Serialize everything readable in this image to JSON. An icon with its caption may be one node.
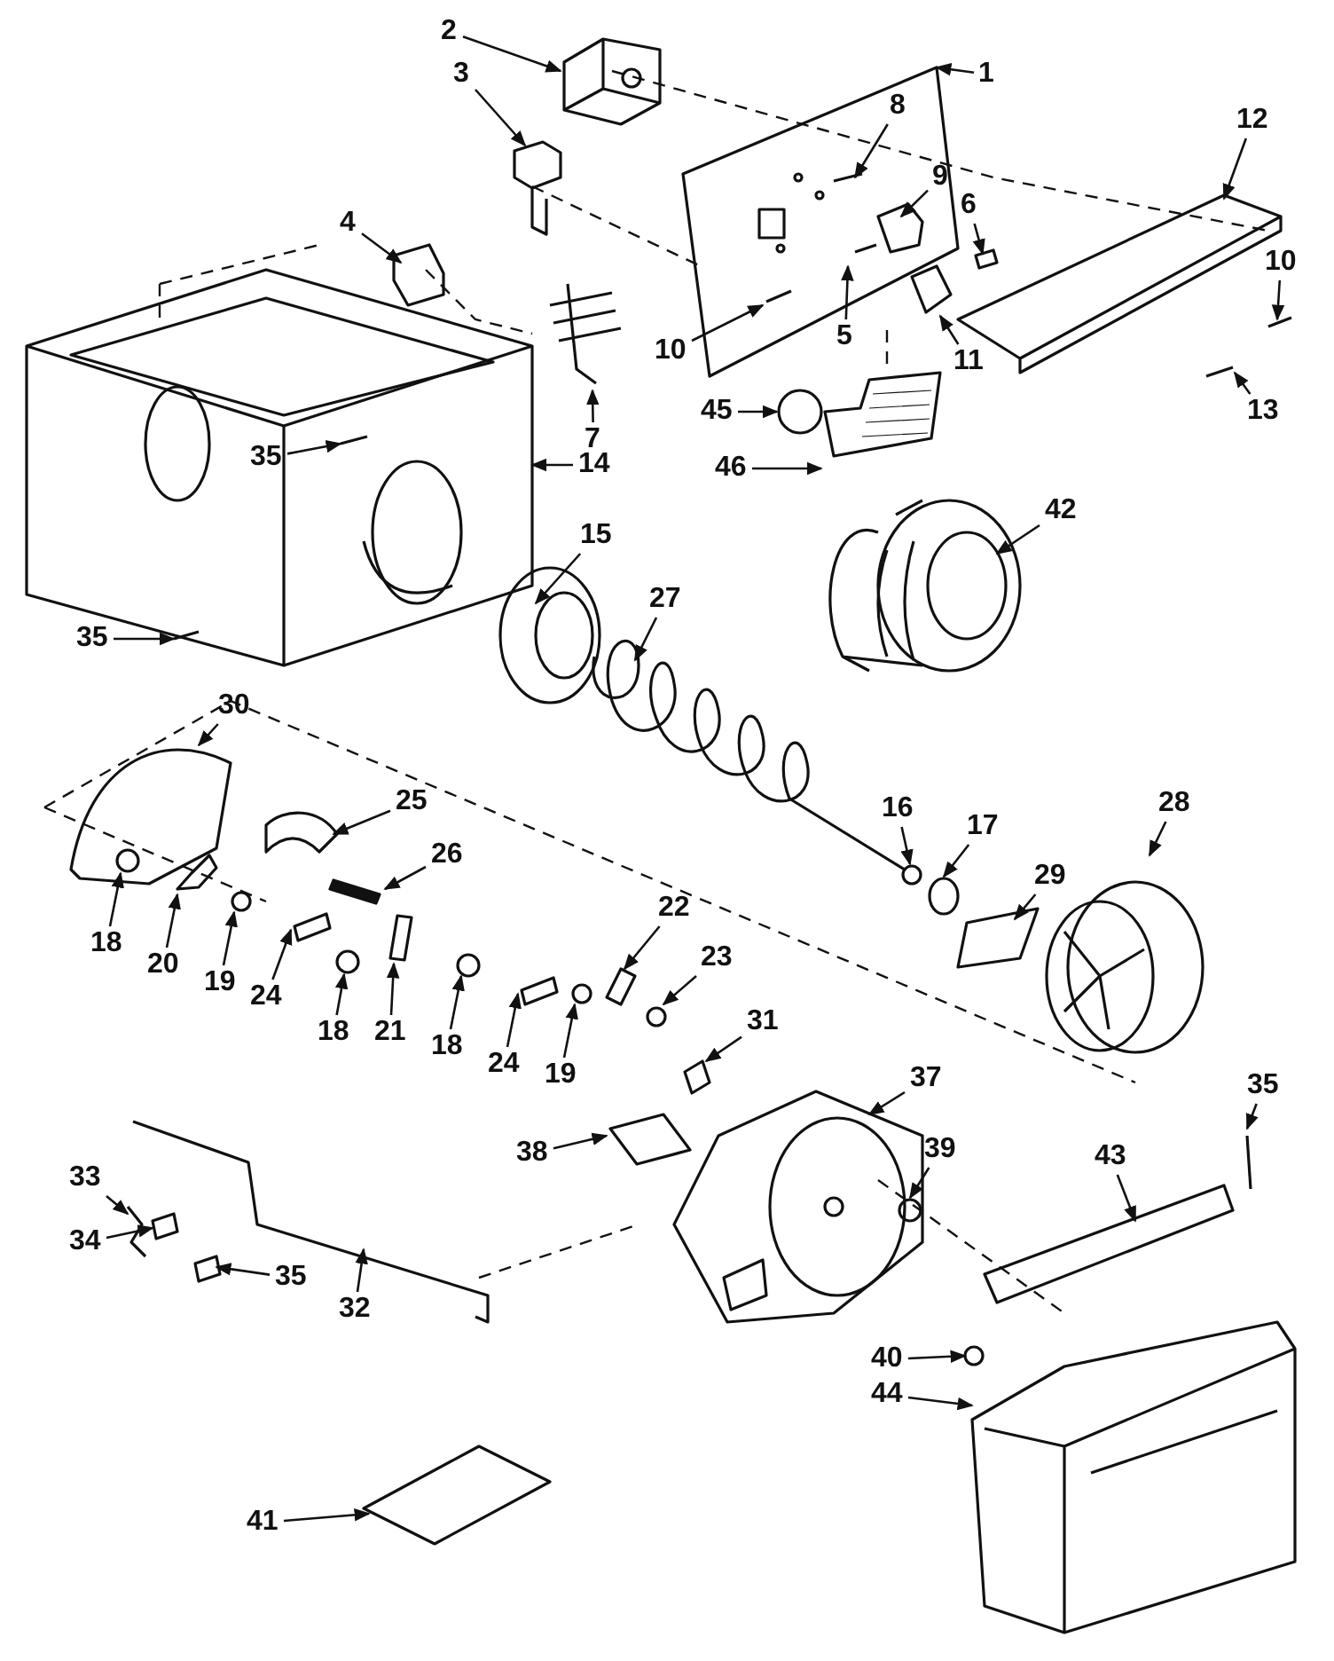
{
  "diagram": {
    "nodes": [
      {
        "text": [
          "2"
        ]
      },
      {
        "text": [
          "3"
        ]
      },
      {
        "text": [
          "1"
        ]
      },
      {
        "text": [
          "8"
        ]
      },
      {
        "text": [
          "12"
        ]
      },
      {
        "text": [
          "4"
        ]
      },
      {
        "text": [
          "9"
        ]
      },
      {
        "text": [
          "6"
        ]
      },
      {
        "text": [
          "10"
        ]
      },
      {
        "text": [
          "5"
        ]
      },
      {
        "text": [
          "11"
        ]
      },
      {
        "text": [
          "10"
        ]
      },
      {
        "text": [
          "13"
        ]
      },
      {
        "text": [
          "7"
        ]
      },
      {
        "text": [
          "45"
        ]
      },
      {
        "text": [
          "46"
        ]
      },
      {
        "text": [
          "35"
        ]
      },
      {
        "text": [
          "14"
        ]
      },
      {
        "text": [
          "42"
        ]
      },
      {
        "text": [
          "15"
        ]
      },
      {
        "text": [
          "27"
        ]
      },
      {
        "text": [
          "35"
        ]
      },
      {
        "text": [
          "30"
        ]
      },
      {
        "text": [
          "25"
        ]
      },
      {
        "text": [
          "28"
        ]
      },
      {
        "text": [
          "16"
        ]
      },
      {
        "text": [
          "17"
        ]
      },
      {
        "text": [
          "26"
        ]
      },
      {
        "text": [
          "29"
        ]
      },
      {
        "text": [
          "22"
        ]
      },
      {
        "text": [
          "18"
        ]
      },
      {
        "text": [
          "20"
        ]
      },
      {
        "text": [
          "19"
        ]
      },
      {
        "text": [
          "23"
        ]
      },
      {
        "text": [
          "24"
        ]
      },
      {
        "text": [
          "18"
        ]
      },
      {
        "text": [
          "21"
        ]
      },
      {
        "text": [
          "18"
        ]
      },
      {
        "text": [
          "31"
        ]
      },
      {
        "text": [
          "24"
        ]
      },
      {
        "text": [
          "19"
        ]
      },
      {
        "text": [
          "37"
        ]
      },
      {
        "text": [
          "35"
        ]
      },
      {
        "text": [
          "38"
        ]
      },
      {
        "text": [
          "39"
        ]
      },
      {
        "text": [
          "43"
        ]
      },
      {
        "text": [
          "33"
        ]
      },
      {
        "text": [
          "34"
        ]
      },
      {
        "text": [
          "35"
        ]
      },
      {
        "text": [
          "32"
        ]
      },
      {
        "text": [
          "40"
        ]
      },
      {
        "text": [
          "44"
        ]
      },
      {
        "text": [
          "41"
        ]
      }
    ],
    "edges": [
      {
        "from": 0,
        "to": null,
        "arrow": "to"
      },
      {
        "from": 1,
        "to": null,
        "arrow": "to"
      },
      {
        "from": 2,
        "to": null,
        "arrow": "to"
      },
      {
        "from": 3,
        "to": null,
        "arrow": "to"
      },
      {
        "from": 4,
        "to": null,
        "arrow": "to"
      },
      {
        "from": 5,
        "to": null,
        "arrow": "to"
      },
      {
        "from": 6,
        "to": null,
        "arrow": "to"
      },
      {
        "from": 7,
        "to": null,
        "arrow": "to"
      },
      {
        "from": 8,
        "to": null,
        "arrow": "to"
      },
      {
        "from": 9,
        "to": null,
        "arrow": "to"
      },
      {
        "from": 10,
        "to": null,
        "arrow": "to"
      },
      {
        "from": 11,
        "to": null,
        "arrow": "to"
      },
      {
        "from": 12,
        "to": null,
        "arrow": "to"
      },
      {
        "from": 13,
        "to": null,
        "arrow": "to"
      },
      {
        "from": 14,
        "to": null,
        "arrow": "to"
      },
      {
        "from": 15,
        "to": null,
        "arrow": "to"
      },
      {
        "from": 16,
        "to": null,
        "arrow": "to"
      },
      {
        "from": 17,
        "to": null,
        "arrow": "to"
      },
      {
        "from": 18,
        "to": null,
        "arrow": "to"
      },
      {
        "from": 19,
        "to": null,
        "arrow": "to"
      },
      {
        "from": 20,
        "to": null,
        "arrow": "to"
      },
      {
        "from": 21,
        "to": null,
        "arrow": "to"
      },
      {
        "from": 22,
        "to": null,
        "arrow": "to"
      },
      {
        "from": 23,
        "to": null,
        "arrow": "to"
      },
      {
        "from": 24,
        "to": null,
        "arrow": "to"
      },
      {
        "from": 25,
        "to": null,
        "arrow": "to"
      },
      {
        "from": 26,
        "to": null,
        "arrow": "to"
      },
      {
        "from": 27,
        "to": null,
        "arrow": "to"
      },
      {
        "from": 28,
        "to": null,
        "arrow": "to"
      },
      {
        "from": 29,
        "to": null,
        "arrow": "to"
      },
      {
        "from": 30,
        "to": null,
        "arrow": "to"
      },
      {
        "from": 31,
        "to": null,
        "arrow": "to"
      },
      {
        "from": 32,
        "to": null,
        "arrow": "to"
      },
      {
        "from": 33,
        "to": null,
        "arrow": "to"
      },
      {
        "from": 34,
        "to": null,
        "arrow": "to"
      },
      {
        "from": 35,
        "to": null,
        "arrow": "to"
      },
      {
        "from": 36,
        "to": null,
        "arrow": "to"
      },
      {
        "from": 37,
        "to": null,
        "arrow": "to"
      },
      {
        "from": 38,
        "to": null,
        "arrow": "to"
      },
      {
        "from": 39,
        "to": null,
        "arrow": "to"
      },
      {
        "from": 40,
        "to": null,
        "arrow": "to"
      },
      {
        "from": 41,
        "to": null,
        "arrow": "to"
      },
      {
        "from": 42,
        "to": null,
        "arrow": "to"
      },
      {
        "from": 43,
        "to": null,
        "arrow": "to"
      },
      {
        "from": 44,
        "to": null,
        "arrow": "to"
      },
      {
        "from": 45,
        "to": null,
        "arrow": "to"
      },
      {
        "from": 46,
        "to": null,
        "arrow": "to"
      },
      {
        "from": 47,
        "to": null,
        "arrow": "to"
      },
      {
        "from": 48,
        "to": null,
        "arrow": "to"
      },
      {
        "from": 49,
        "to": null,
        "arrow": "to"
      },
      {
        "from": 50,
        "to": null,
        "arrow": "to"
      },
      {
        "from": 51,
        "to": null,
        "arrow": "to"
      },
      {
        "from": 52,
        "to": null,
        "arrow": "to"
      }
    ]
  }
}
